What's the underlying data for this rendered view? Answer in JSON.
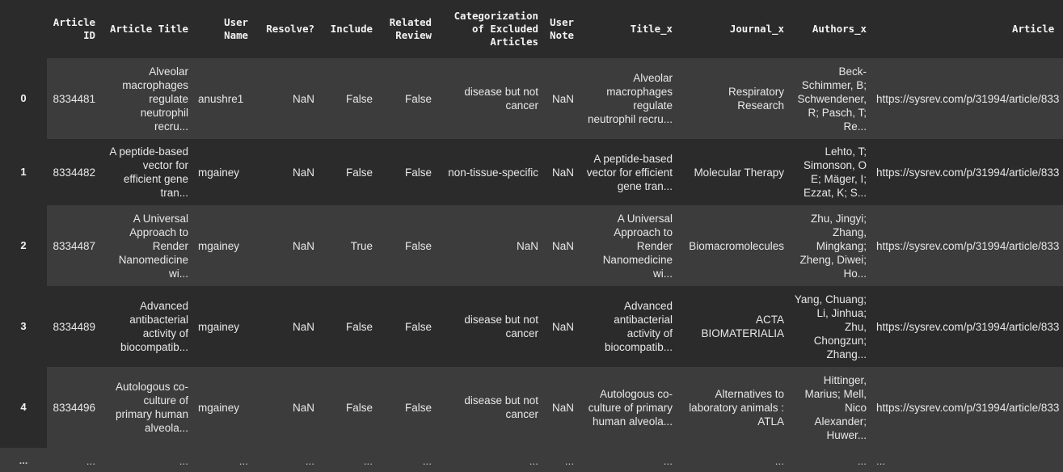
{
  "columns": [
    "",
    "Article ID",
    "Article Title",
    "User Name",
    "Resolve?",
    "Include",
    "Related Review",
    "Categorization of Excluded Articles",
    "User Note",
    "Title_x",
    "Journal_x",
    "Authors_x",
    "Article"
  ],
  "rows": [
    {
      "index": "0",
      "article_id": "8334481",
      "article_title": "Alveolar macrophages regulate neutrophil recru...",
      "user_name": "anushre1",
      "resolve": "NaN",
      "include": "False",
      "related_review": "False",
      "categorization": "disease but not cancer",
      "user_note": "NaN",
      "title_x": "Alveolar macrophages regulate neutrophil recru...",
      "journal_x": "Respiratory Research",
      "authors_x": "Beck-Schimmer, B; Schwendener, R; Pasch, T; Re...",
      "article": "https://sysrev.com/p/31994/article/833"
    },
    {
      "index": "1",
      "article_id": "8334482",
      "article_title": "A peptide-based vector for efficient gene tran...",
      "user_name": "mgainey",
      "resolve": "NaN",
      "include": "False",
      "related_review": "False",
      "categorization": "non-tissue-specific",
      "user_note": "NaN",
      "title_x": "A peptide-based vector for efficient gene tran...",
      "journal_x": "Molecular Therapy",
      "authors_x": "Lehto, T; Simonson, O E; Mäger, I; Ezzat, K; S...",
      "article": "https://sysrev.com/p/31994/article/833"
    },
    {
      "index": "2",
      "article_id": "8334487",
      "article_title": "A Universal Approach to Render Nanomedicine wi...",
      "user_name": "mgainey",
      "resolve": "NaN",
      "include": "True",
      "related_review": "False",
      "categorization": "NaN",
      "user_note": "NaN",
      "title_x": "A Universal Approach to Render Nanomedicine wi...",
      "journal_x": "Biomacromolecules",
      "authors_x": "Zhu, Jingyi; Zhang, Mingkang; Zheng, Diwei; Ho...",
      "article": "https://sysrev.com/p/31994/article/833"
    },
    {
      "index": "3",
      "article_id": "8334489",
      "article_title": "Advanced antibacterial activity of biocompatib...",
      "user_name": "mgainey",
      "resolve": "NaN",
      "include": "False",
      "related_review": "False",
      "categorization": "disease but not cancer",
      "user_note": "NaN",
      "title_x": "Advanced antibacterial activity of biocompatib...",
      "journal_x": "ACTA BIOMATERIALIA",
      "authors_x": "Yang, Chuang; Li, Jinhua; Zhu, Chongzun; Zhang...",
      "article": "https://sysrev.com/p/31994/article/833"
    },
    {
      "index": "4",
      "article_id": "8334496",
      "article_title": "Autologous co-culture of primary human alveola...",
      "user_name": "mgainey",
      "resolve": "NaN",
      "include": "False",
      "related_review": "False",
      "categorization": "disease but not cancer",
      "user_note": "NaN",
      "title_x": "Autologous co-culture of primary human alveola...",
      "journal_x": "Alternatives to laboratory animals : ATLA",
      "authors_x": "Hittinger, Marius; Mell, Nico Alexander; Huwer...",
      "article": "https://sysrev.com/p/31994/article/833"
    }
  ],
  "ellipsis": "..."
}
